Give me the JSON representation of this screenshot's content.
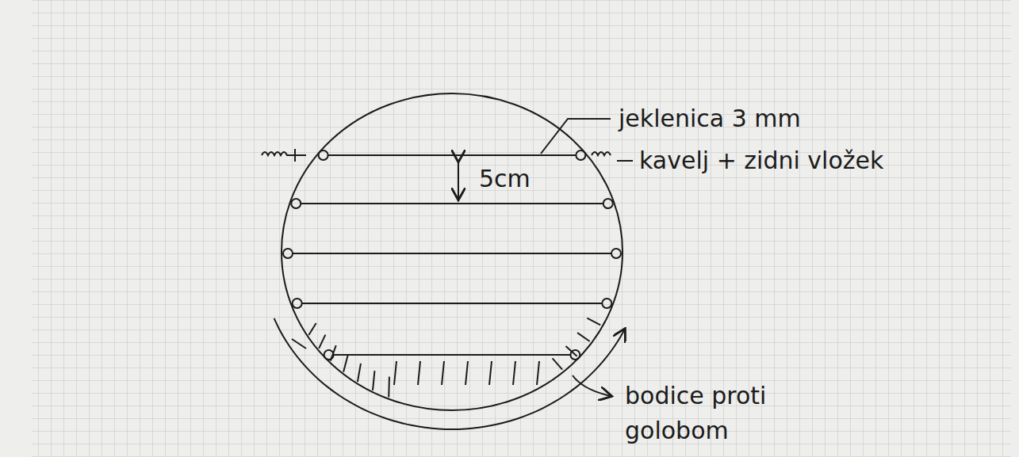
{
  "diagram": {
    "labels": [
      "jeklenica 3 mm",
      "5cm",
      "kavelj + zidni vložek",
      "bodice proti golobom"
    ]
  }
}
